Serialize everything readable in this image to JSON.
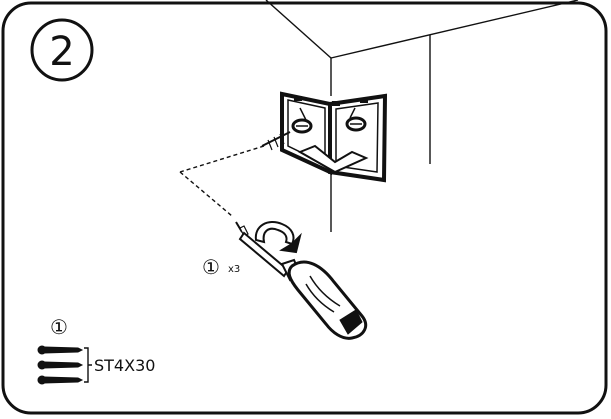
{
  "step": {
    "number": "2"
  },
  "callout": {
    "index_mark": "①",
    "quantity": "x3"
  },
  "legend": {
    "index_mark": "①",
    "screw_spec": "ST4X30"
  },
  "colors": {
    "line": "#111111",
    "background": "#ffffff"
  },
  "icons": [
    "screwdriver-icon",
    "rotation-arrow-icon",
    "mounting-bracket-icon",
    "screw-icon"
  ]
}
